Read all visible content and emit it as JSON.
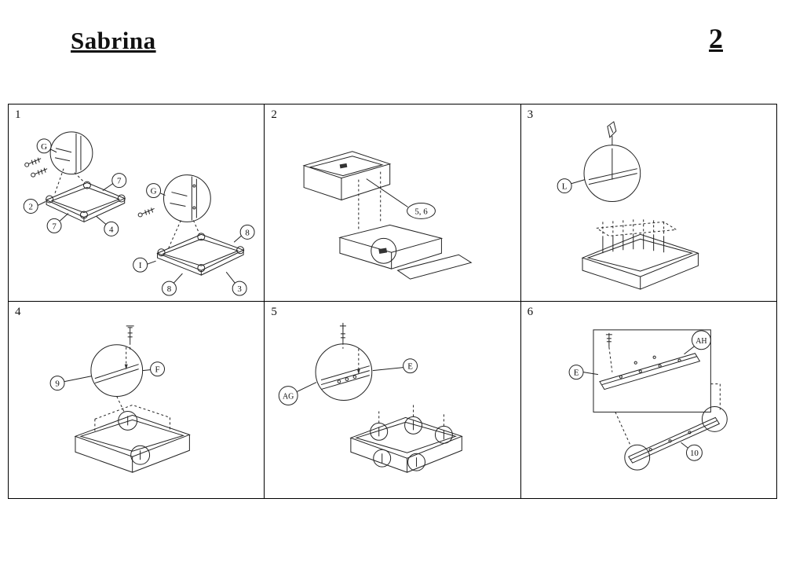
{
  "header": {
    "title": "Sabrina",
    "page_number": "2"
  },
  "panels": [
    {
      "number": "1",
      "callouts": [
        "G",
        "7",
        "2",
        "7",
        "4",
        "G",
        "8",
        "I",
        "8",
        "3"
      ]
    },
    {
      "number": "2",
      "callouts": [
        "5, 6"
      ]
    },
    {
      "number": "3",
      "callouts": [
        "L"
      ]
    },
    {
      "number": "4",
      "callouts": [
        "9",
        "F"
      ]
    },
    {
      "number": "5",
      "callouts": [
        "E",
        "AG"
      ]
    },
    {
      "number": "6",
      "callouts": [
        "AH",
        "E",
        "10"
      ]
    }
  ]
}
